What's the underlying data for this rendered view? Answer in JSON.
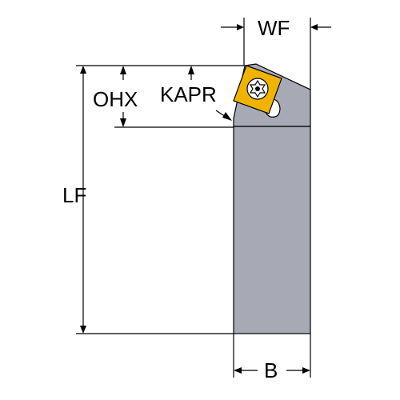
{
  "labels": {
    "wf": "WF",
    "ohx": "OHX",
    "kapr": "KAPR",
    "lf": "LF",
    "b": "B"
  },
  "colors": {
    "holder_body": "#a7a9b4",
    "holder_outline": "#000000",
    "insert_fill": "#f0b400",
    "screw_fill": "#ffffff",
    "dimension_lines": "#000000"
  }
}
